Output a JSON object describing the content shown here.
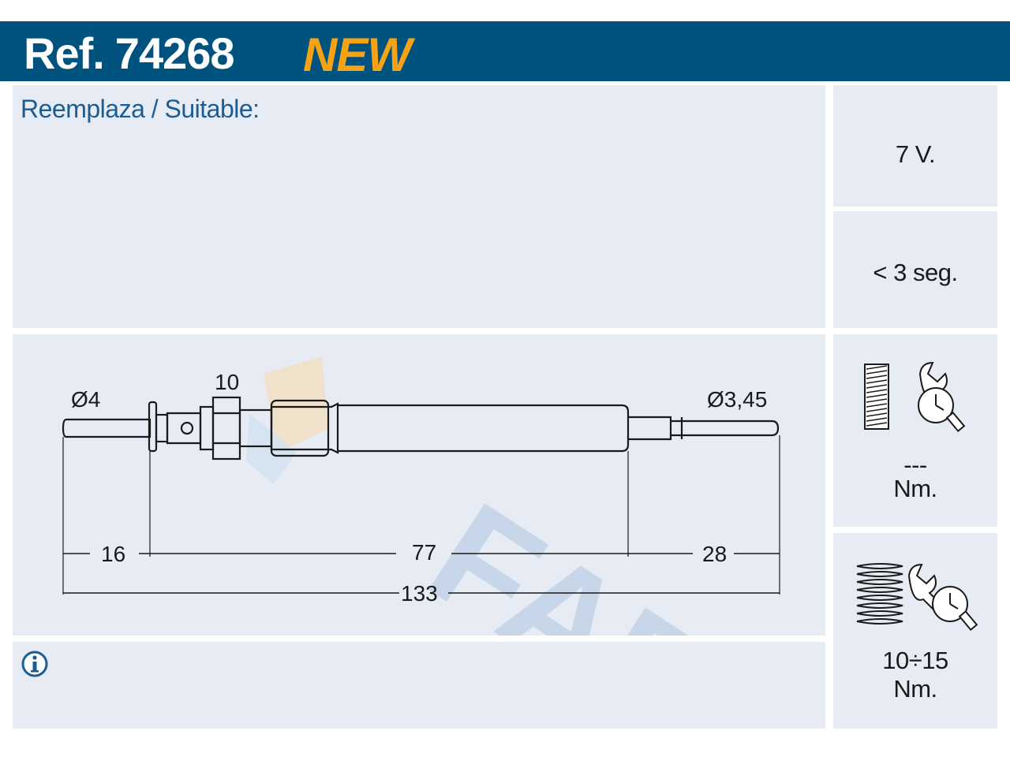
{
  "header": {
    "ref_label": "Ref.",
    "ref_number": "74268",
    "badge": "NEW"
  },
  "suitable": {
    "label": "Reemplaza / Suitable:"
  },
  "specs": {
    "voltage": "7 V.",
    "time": "< 3 seg.",
    "torque_body": {
      "value": "---",
      "unit": "Nm."
    },
    "torque_thread": {
      "value": "10÷15",
      "unit": "Nm."
    }
  },
  "dimensions": {
    "tip_diameter": "Ø4",
    "hex_size": "10",
    "end_diameter": "Ø3,45",
    "length_a": "16",
    "length_b": "77",
    "length_c": "28",
    "total_length": "133"
  },
  "watermark": {
    "text": "FAE"
  },
  "colors": {
    "header_bg": "#00527f",
    "badge": "#f5a214",
    "panel_bg": "#e6ebf4",
    "label_blue": "#1b5d92"
  },
  "icons": [
    "info-icon",
    "glow-plug-body-icon",
    "torque-wrench-icon",
    "thread-icon"
  ]
}
